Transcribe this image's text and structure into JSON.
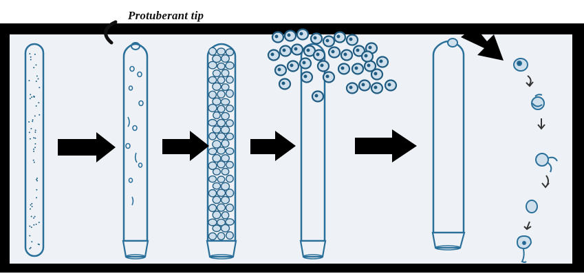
{
  "diagram": {
    "label": "Protuberant tip",
    "stages": [
      "hypha",
      "sporangium-tip-forming",
      "sporangium-filled-zoospores",
      "zoospores-releasing",
      "empty-sporangium",
      "zoospore-encystment-germination"
    ]
  }
}
